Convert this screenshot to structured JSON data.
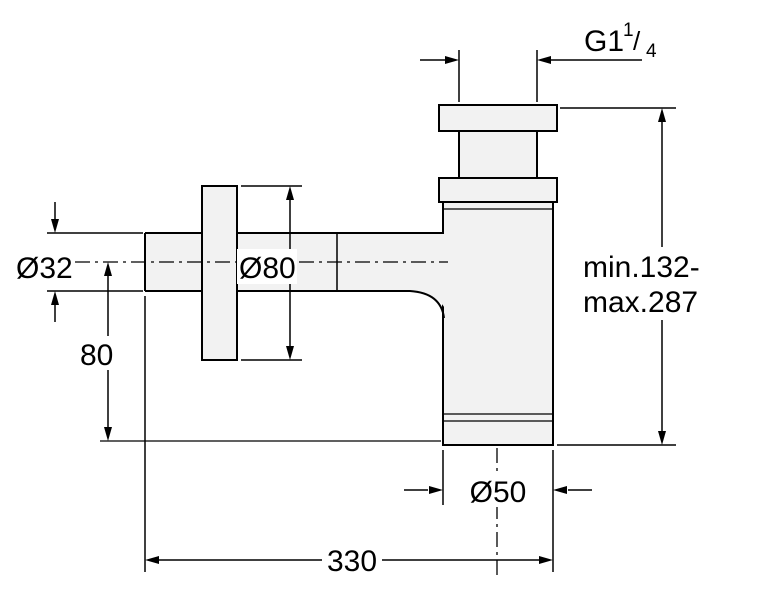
{
  "meta": {
    "background": "#ffffff",
    "line_color": "#000000",
    "part_fill": "#f2f2f2",
    "text_color": "#000000"
  },
  "labels": {
    "thread_prefix": "G1",
    "thread_sup": "1",
    "thread_slash": "/",
    "thread_sub": "4",
    "inlet_diameter": "Ø32",
    "rosette_diameter": "Ø80",
    "inlet_height": "80",
    "height_range_line1": "min.132-",
    "height_range_line2": "max.287",
    "body_diameter": "Ø50",
    "overall_width": "330"
  }
}
